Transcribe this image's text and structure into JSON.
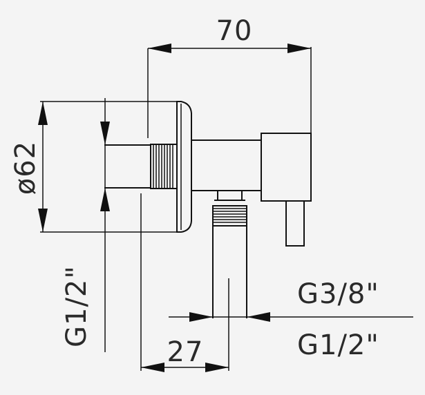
{
  "drawing": {
    "dim_width": "70",
    "dim_diameter": "ø62",
    "dim_inlet_thread": "G1/2\"",
    "dim_depth": "27",
    "dim_outlet_thread_top": "G3/8\"",
    "dim_outlet_thread_bottom": "G1/2\""
  },
  "colors": {
    "line": "#111111",
    "background": "#f4f4f4"
  }
}
